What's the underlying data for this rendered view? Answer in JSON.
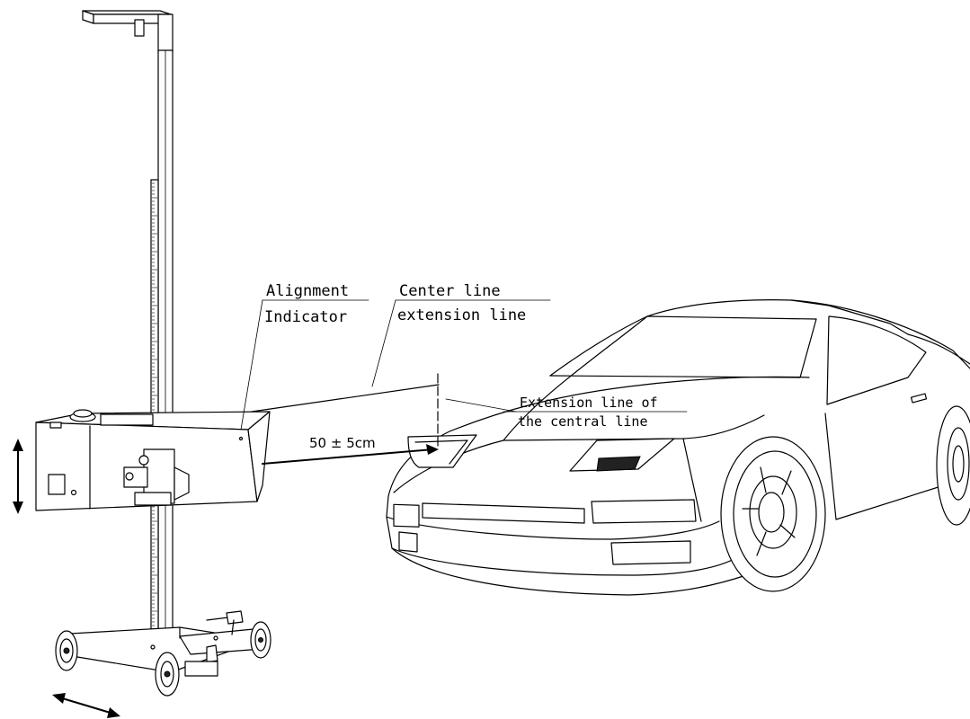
{
  "labels": {
    "alignment_line1": "Alignment",
    "alignment_line2": "Indicator",
    "center_line1": "Center line",
    "center_line2": "extension line",
    "extension_line1": "Extension line of",
    "extension_line2": "the central line",
    "distance": "50 ± 5cm"
  },
  "icons": {
    "vertical_move": "double-arrow-vertical-icon",
    "horizontal_move": "double-arrow-diagonal-icon"
  }
}
